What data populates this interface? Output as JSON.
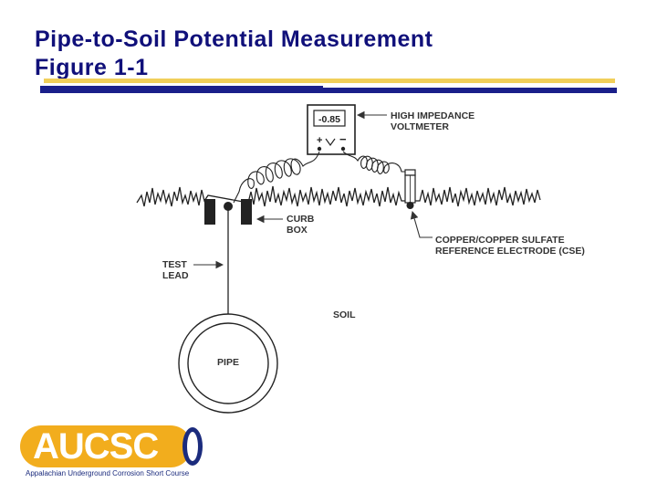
{
  "title": {
    "line1": "Pipe-to-Soil Potential Measurement",
    "line2": "Figure 1-1"
  },
  "diagram": {
    "voltmeter_reading": "-0.85",
    "voltmeter_plus": "+",
    "voltmeter_minus": "−",
    "labels": {
      "voltmeter_1": "HIGH IMPEDANCE",
      "voltmeter_2": "VOLTMETER",
      "curb_1": "CURB",
      "curb_2": "BOX",
      "test_1": "TEST",
      "test_2": "LEAD",
      "electrode_1": "COPPER/COPPER SULFATE",
      "electrode_2": "REFERENCE ELECTRODE (CSE)",
      "soil": "SOIL",
      "pipe": "PIPE"
    }
  },
  "logo": {
    "name": "AUCSC",
    "tagline": "Appalachian Underground Corrosion Short Course"
  },
  "colors": {
    "title": "#10107a",
    "rule_gold": "#f1cf5a",
    "rule_navy": "#1a1f8a",
    "logo_gold": "#f2ad1d",
    "logo_navy": "#1b2b7d"
  }
}
